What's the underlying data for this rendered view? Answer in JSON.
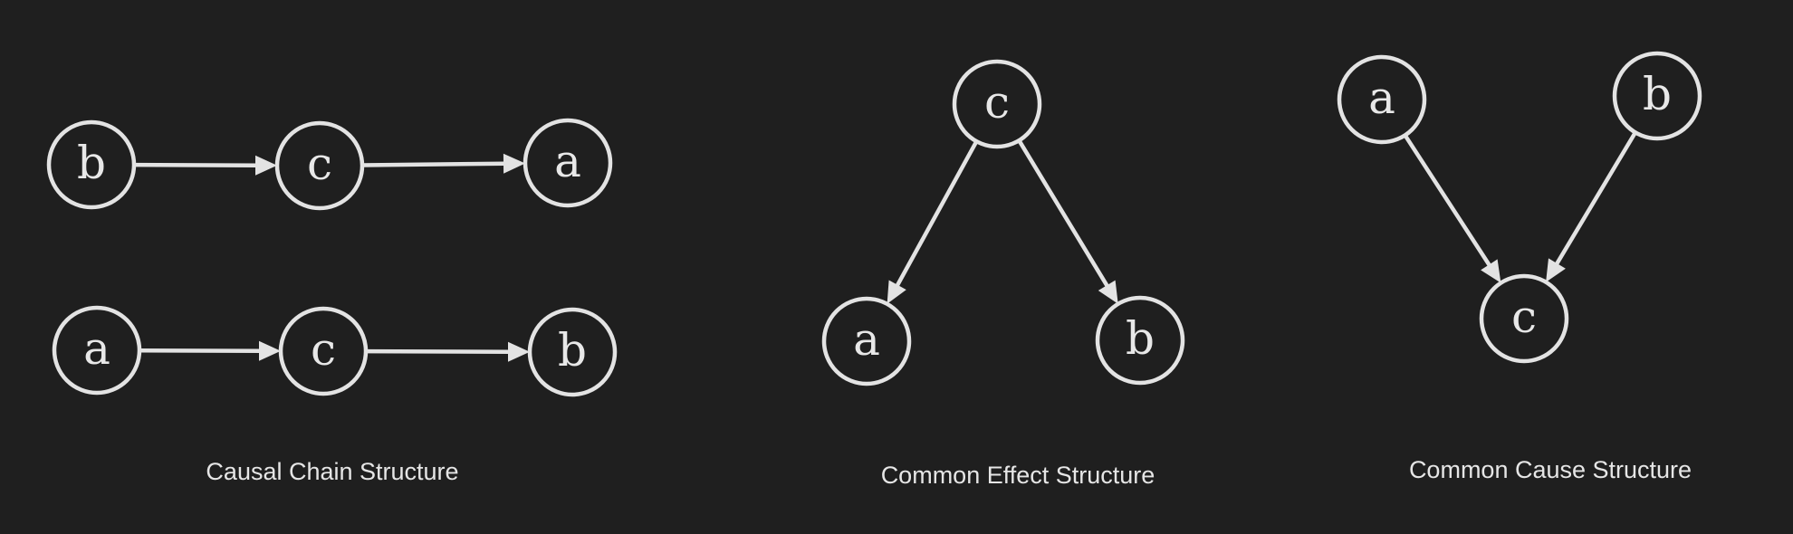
{
  "diagrams": [
    {
      "id": "causal-chain",
      "caption": "Causal Chain Structure",
      "nodes": [
        {
          "id": "cc1_b",
          "label": "b"
        },
        {
          "id": "cc1_c",
          "label": "c"
        },
        {
          "id": "cc1_a",
          "label": "a"
        },
        {
          "id": "cc2_a",
          "label": "a"
        },
        {
          "id": "cc2_c",
          "label": "c"
        },
        {
          "id": "cc2_b",
          "label": "b"
        }
      ],
      "edges": [
        {
          "from": "cc1_b",
          "to": "cc1_c"
        },
        {
          "from": "cc1_c",
          "to": "cc1_a"
        },
        {
          "from": "cc2_a",
          "to": "cc2_c"
        },
        {
          "from": "cc2_c",
          "to": "cc2_b"
        }
      ]
    },
    {
      "id": "common-effect",
      "caption": "Common Effect Structure",
      "nodes": [
        {
          "id": "ce_c",
          "label": "c"
        },
        {
          "id": "ce_a",
          "label": "a"
        },
        {
          "id": "ce_b",
          "label": "b"
        }
      ],
      "edges": [
        {
          "from": "ce_c",
          "to": "ce_a"
        },
        {
          "from": "ce_c",
          "to": "ce_b"
        }
      ]
    },
    {
      "id": "common-cause",
      "caption": "Common Cause Structure",
      "nodes": [
        {
          "id": "cm_a",
          "label": "a"
        },
        {
          "id": "cm_b",
          "label": "b"
        },
        {
          "id": "cm_c",
          "label": "c"
        }
      ],
      "edges": [
        {
          "from": "cm_a",
          "to": "cm_c"
        },
        {
          "from": "cm_b",
          "to": "cm_c"
        }
      ]
    }
  ]
}
